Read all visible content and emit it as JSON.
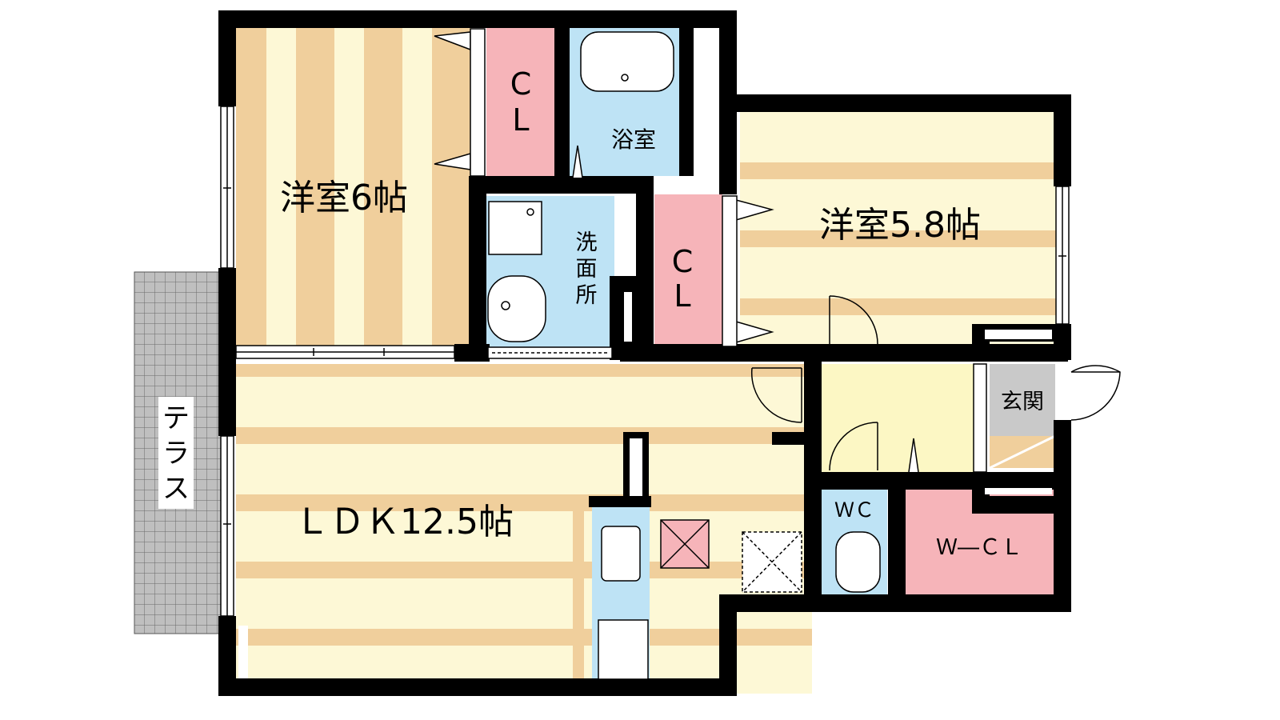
{
  "rooms": {
    "western_room_6": {
      "label": "洋室6帖"
    },
    "western_room_58": {
      "label": "洋室5.8帖"
    },
    "ldk": {
      "label": "ＬＤＫ12.5帖"
    },
    "closet_left": {
      "label_top": "C",
      "label_bottom": "L"
    },
    "closet_right": {
      "label_top": "C",
      "label_bottom": "L"
    },
    "bathroom": {
      "label": "浴室"
    },
    "washroom": {
      "label_chars": [
        "洗",
        "面",
        "所"
      ]
    },
    "entrance": {
      "label": "玄関"
    },
    "toilet": {
      "label": "ＷＣ"
    },
    "walk_in_closet": {
      "label": "Ｗ―ＣＬ"
    },
    "terrace": {
      "label_chars": [
        "テ",
        "ラ",
        "ス"
      ]
    }
  },
  "colors": {
    "wall": "#000000",
    "floor_stripe": "#f0cf9c",
    "floor_light": "#fdf8d6",
    "closet": "#f6b4b9",
    "wet_area": "#bee3f5",
    "hall": "#fcf7c4",
    "entrance_floor": "#c9c9c9",
    "terrace": "#bfbfbf"
  }
}
